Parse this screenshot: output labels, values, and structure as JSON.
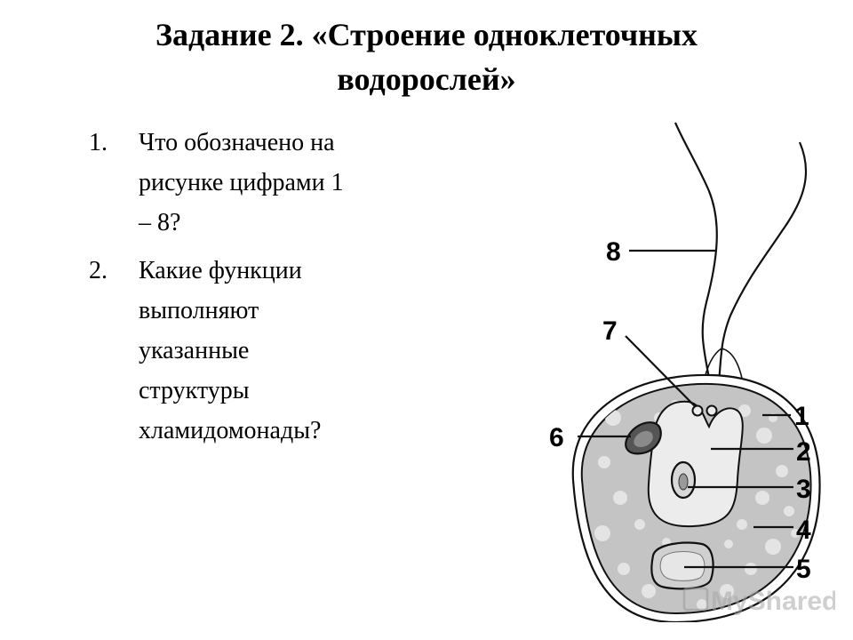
{
  "slide": {
    "title_line1": "Задание 2. «Строение одноклеточных",
    "title_line2": "водорослей»"
  },
  "tasks": [
    {
      "number": "1.",
      "lines": [
        "Что обозначено на",
        "рисунке цифрами 1",
        "– 8?"
      ]
    },
    {
      "number": "2.",
      "lines": [
        "Какие функции",
        "выполняют",
        "указанные",
        "структуры",
        "хламидомонады?"
      ]
    }
  ],
  "figure": {
    "labels": [
      "1",
      "2",
      "3",
      "4",
      "5",
      "6",
      "7",
      "8"
    ],
    "watermark": "MyShared",
    "colors": {
      "cytoplasm": "#c4c4c4",
      "grain": "#e4e4e4",
      "outline": "#111111",
      "pale": "#ececec"
    }
  }
}
